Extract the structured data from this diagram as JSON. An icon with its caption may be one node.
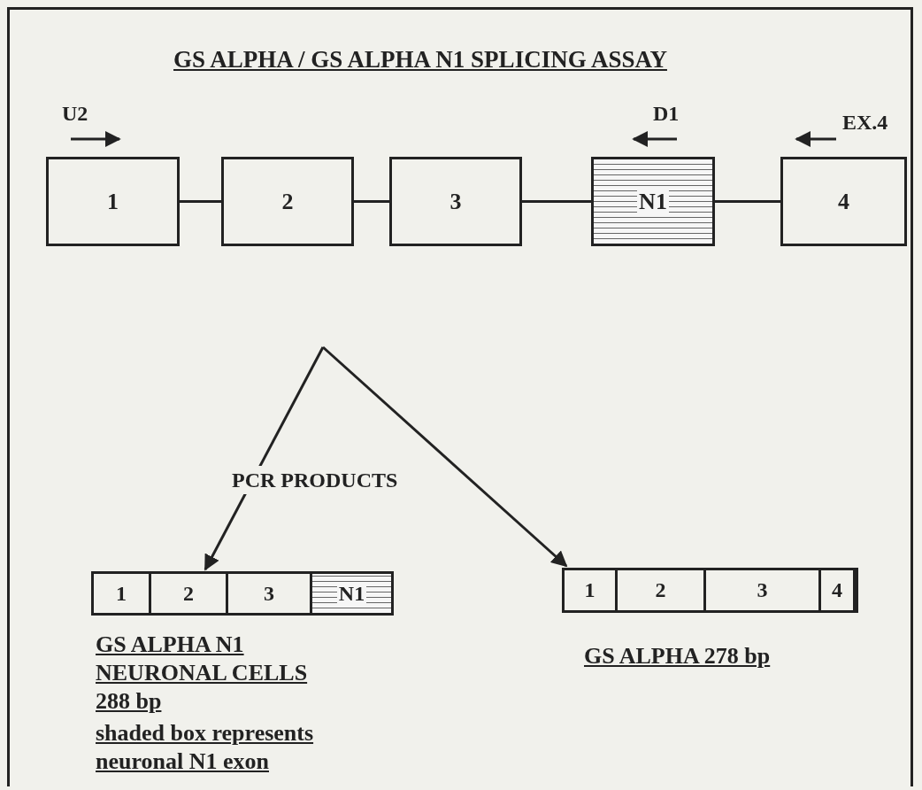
{
  "diagram": {
    "title": "GS ALPHA / GS ALPHA N1 SPLICING ASSAY",
    "nodes": [
      {
        "text": [
          "1"
        ]
      },
      {
        "text": [
          "2"
        ]
      },
      {
        "text": [
          "3"
        ]
      },
      {
        "text": [
          "N1"
        ]
      },
      {
        "text": [
          "4"
        ]
      },
      {
        "text": [],
        "shape": "box",
        "beside": [
          "GS ALPHA N1 NEURONAL CELLS 288 bp"
        ]
      },
      {
        "text": [
          "1"
        ],
        "in": 5
      },
      {
        "text": [
          "2"
        ],
        "in": 5
      },
      {
        "text": [
          "3"
        ],
        "in": 5
      },
      {
        "text": [
          "N1"
        ],
        "in": 5
      },
      {
        "text": [],
        "shape": "box",
        "beside": [
          "GS ALPHA 278 bp"
        ]
      },
      {
        "text": [
          "1"
        ],
        "in": 10
      },
      {
        "text": [
          "2"
        ],
        "in": 10
      },
      {
        "text": [
          "3"
        ],
        "in": 10
      },
      {
        "text": [
          "4"
        ],
        "in": 10
      }
    ],
    "edges": [
      {
        "from": 0,
        "to": 1,
        "arrow": "none"
      },
      {
        "from": 1,
        "to": 2,
        "arrow": "none"
      },
      {
        "from": 2,
        "to": 3,
        "arrow": "none"
      },
      {
        "from": 3,
        "to": 4,
        "arrow": "none"
      },
      {
        "from": null,
        "to": 5,
        "arrow": "to"
      },
      {
        "from": null,
        "to": 10,
        "arrow": "to"
      }
    ],
    "labels": [
      "U2",
      "D1",
      "EX.4",
      "PCR PRODUCTS",
      "shaded box represents neuronal N1 exon"
    ]
  }
}
